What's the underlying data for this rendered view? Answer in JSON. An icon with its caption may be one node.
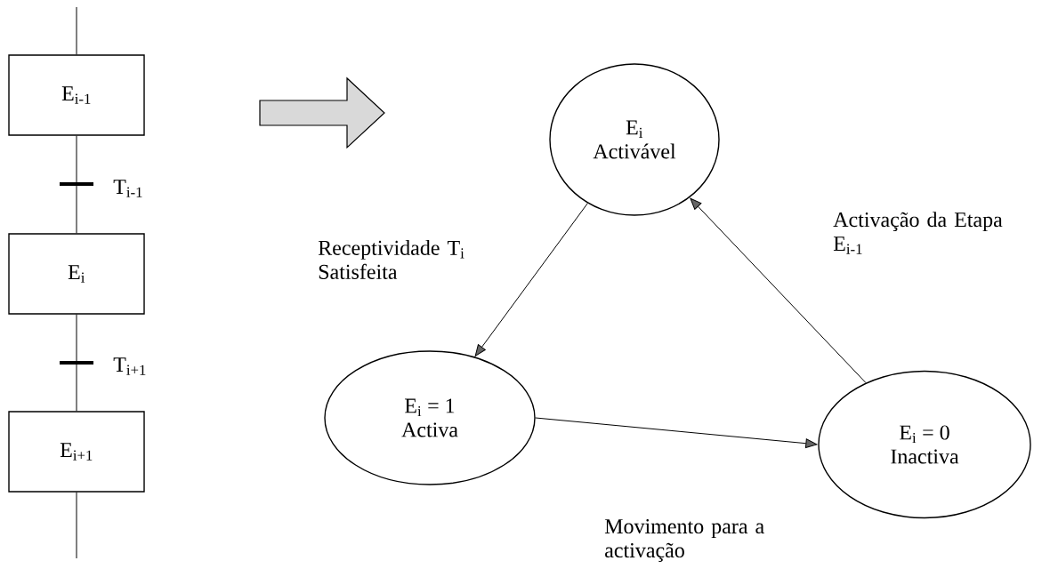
{
  "diagram": {
    "nodes": [
      {
        "text": [
          "E$_{i-1}$"
        ]
      },
      {
        "text": [
          "E$_{i}$"
        ]
      },
      {
        "text": [
          "E$_{i+1}$"
        ]
      },
      {
        "text": [
          "E$_{i}$",
          "Activável"
        ]
      },
      {
        "text": [
          "E$_{i}$ = 1",
          "Activa"
        ]
      },
      {
        "text": [
          "E$_{i}$ = 0",
          "Inactiva"
        ]
      }
    ],
    "edges": [
      {
        "from": null,
        "to": 0,
        "arrow": "none"
      },
      {
        "from": 0,
        "to": 1,
        "arrow": "none",
        "label": "T$_{i-1}$"
      },
      {
        "from": 1,
        "to": 2,
        "arrow": "none",
        "label": "T$_{i+1}$"
      },
      {
        "from": 2,
        "to": null,
        "arrow": "none"
      },
      {
        "from": 3,
        "to": 4,
        "arrow": "to",
        "label": "Receptividade T$_{i}$ Satisfeita"
      },
      {
        "from": 4,
        "to": 5,
        "arrow": "to",
        "label": "Movimento para a activação"
      },
      {
        "from": 5,
        "to": 3,
        "arrow": "to",
        "label": "Activação da Etapa E$_{i-1}$"
      }
    ]
  }
}
